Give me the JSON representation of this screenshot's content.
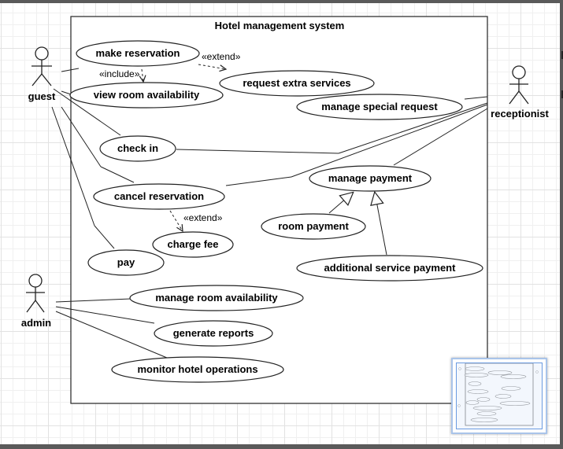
{
  "diagram": {
    "system_title": "Hotel management system",
    "actors": {
      "guest": "guest",
      "receptionist": "receptionist",
      "admin": "admin"
    },
    "use_cases": {
      "make_reservation": "make reservation",
      "request_extra_services": "request extra services",
      "view_room_availability": "view room availability",
      "manage_special_request": "manage special request",
      "check_in": "check in",
      "manage_payment": "manage payment",
      "cancel_reservation": "cancel reservation",
      "room_payment": "room payment",
      "charge_fee": "charge fee",
      "pay": "pay",
      "additional_service_payment": "additional service payment",
      "manage_room_availability": "manage room availability",
      "generate_reports": "generate reports",
      "monitor_hotel_operations": "monitor hotel operations"
    },
    "relations": {
      "extend_label": "«extend»",
      "include_label": "«include»"
    },
    "colors": {
      "line": "#222222",
      "ellipse_fill": "#ffffff",
      "grid": "#e2e2e2",
      "frame": "#5a5a5a",
      "minimap_border": "#a9c4ea"
    }
  }
}
